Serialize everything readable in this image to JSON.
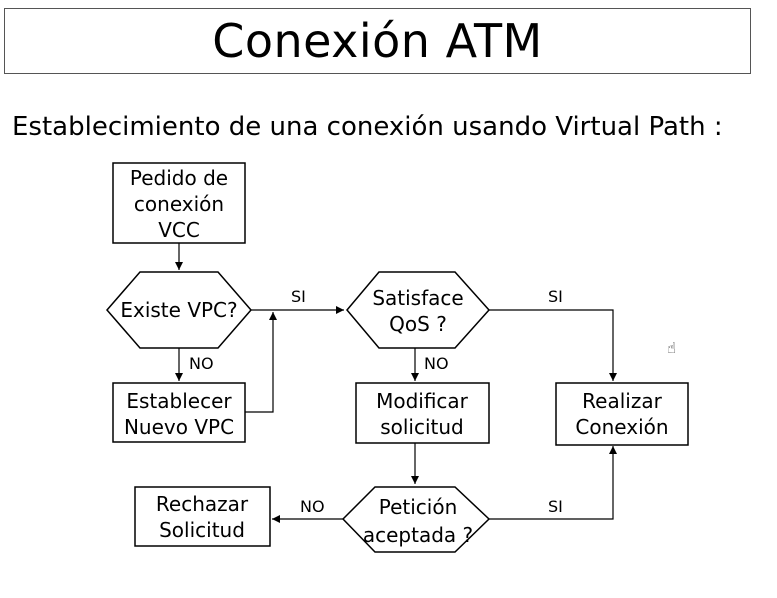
{
  "slide": {
    "title": "Conexión ATM",
    "subtitle": "Establecimiento de una conexión usando Virtual Path :"
  },
  "diagram": {
    "nodes": {
      "pedido": {
        "shape": "rect",
        "lines": [
          "Pedido de",
          "conexión",
          "VCC"
        ]
      },
      "existe_vpc": {
        "shape": "hexagon",
        "lines": [
          "Existe VPC?"
        ]
      },
      "establecer": {
        "shape": "rect",
        "lines": [
          "Establecer",
          "Nuevo VPC"
        ]
      },
      "satisface": {
        "shape": "hexagon",
        "lines": [
          "Satisface",
          "QoS ?"
        ]
      },
      "modificar": {
        "shape": "rect",
        "lines": [
          "Modificar",
          "solicitud"
        ]
      },
      "realizar": {
        "shape": "rect",
        "lines": [
          "Realizar",
          "Conexión"
        ]
      },
      "peticion": {
        "shape": "hexagon",
        "lines": [
          "Petición",
          "aceptada ?"
        ]
      },
      "rechazar": {
        "shape": "rect",
        "lines": [
          "Rechazar",
          "Solicitud"
        ]
      }
    },
    "edges": [
      {
        "from": "pedido",
        "to": "existe_vpc",
        "label": ""
      },
      {
        "from": "existe_vpc",
        "to": "establecer",
        "label": "NO"
      },
      {
        "from": "establecer",
        "to": "existe_vpc_junction",
        "label": ""
      },
      {
        "from": "existe_vpc",
        "to": "satisface",
        "label": "SI"
      },
      {
        "from": "satisface",
        "to": "modificar",
        "label": "NO"
      },
      {
        "from": "satisface",
        "to": "realizar",
        "label": "SI"
      },
      {
        "from": "modificar",
        "to": "peticion",
        "label": ""
      },
      {
        "from": "peticion",
        "to": "rechazar",
        "label": "NO"
      },
      {
        "from": "peticion",
        "to": "realizar",
        "label": "SI"
      }
    ]
  },
  "decor": {
    "cursor_icon": "hand-cursor-icon",
    "cursor_glyph": "☝"
  }
}
